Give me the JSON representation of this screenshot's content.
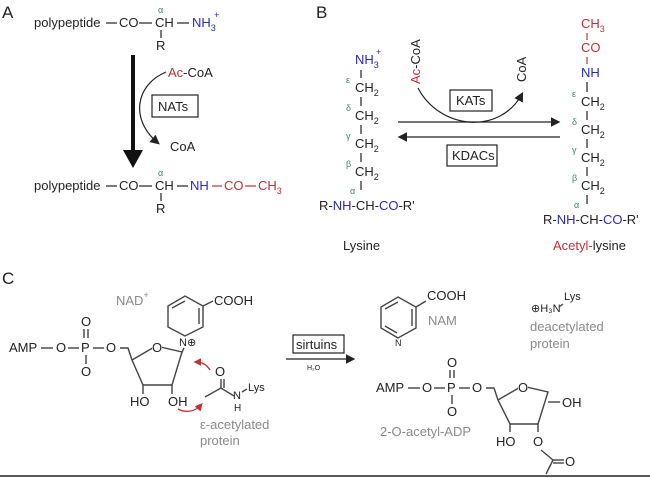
{
  "panels": {
    "a": {
      "label": "A",
      "top": {
        "polypeptide": "polypeptide",
        "co": "CO",
        "ch": "CH",
        "nh3": "NH",
        "sub3": "3",
        "plus": "+",
        "alpha": "α",
        "r": "R"
      },
      "reagent_in": {
        "ac": "Ac",
        "coa": "-CoA"
      },
      "enzyme": "NATs",
      "reagent_out": "CoA",
      "bottom": {
        "polypeptide": "polypeptide",
        "co": "CO",
        "ch": "CH",
        "nh": "NH",
        "co2": "CO",
        "ch3": "CH",
        "sub3": "3",
        "alpha": "α",
        "r": "R"
      }
    },
    "b": {
      "label": "B",
      "lysine": {
        "nh3": "NH",
        "sub3": "3",
        "plus": "+",
        "chain": [
          {
            "greek": "ε",
            "group": "CH",
            "sub": "2"
          },
          {
            "greek": "δ",
            "group": "CH",
            "sub": "2"
          },
          {
            "greek": "γ",
            "group": "CH",
            "sub": "2"
          },
          {
            "greek": "β",
            "group": "CH",
            "sub": "2"
          }
        ],
        "backbone": {
          "r": "R-",
          "nh": "NH",
          "ch": "-CH-",
          "co": "CO",
          "r2": "-R'",
          "alpha": "α"
        },
        "name": "Lysine"
      },
      "acetyl_lysine": {
        "ch3": "CH",
        "sub3": "3",
        "co": "CO",
        "nh": "NH",
        "chain": [
          {
            "greek": "ε",
            "group": "CH",
            "sub": "2"
          },
          {
            "greek": "δ",
            "group": "CH",
            "sub": "2"
          },
          {
            "greek": "γ",
            "group": "CH",
            "sub": "2"
          },
          {
            "greek": "β",
            "group": "CH",
            "sub": "2"
          }
        ],
        "backbone": {
          "r": "R-",
          "nh": "NH",
          "ch": "-CH-",
          "co": "CO",
          "r2": "-R'",
          "alpha": "α"
        },
        "name_acetyl": "Acetyl-",
        "name_rest": "lysine"
      },
      "reagent_in": {
        "ac": "Ac",
        "coa": "-CoA"
      },
      "reagent_out": "CoA",
      "forward_enzyme": "KATs",
      "reverse_enzyme": "KDACs"
    },
    "c": {
      "label": "C",
      "nad_label": "NAD",
      "nad_plus": "+",
      "amp": "AMP",
      "o": "O",
      "p": "P",
      "cooh": "COOH",
      "n_plus": "N⊕",
      "ho": "HO",
      "oh": "OH",
      "lys": "Lys",
      "nh_n": "N",
      "nh_h": "H",
      "substrate_label_1": "ε-acetylated",
      "substrate_label_2": "protein",
      "enzyme": "sirtuins",
      "cofactor": "H₂O",
      "nam_cooh": "COOH",
      "nam_n": "N",
      "nam_label": "NAM",
      "deacetylated_amine": "⊕H₃N",
      "deacetylated_lys": "Lys",
      "deacetylated_label_1": "deacetylated",
      "deacetylated_label_2": "protein",
      "product_label": "2-O-acetyl-ADP"
    }
  },
  "colors": {
    "blue": "#2a2ab8",
    "red": "#c0303a",
    "green": "#3f8a5a",
    "gray": "#8a8a8a",
    "arrow_red": "#c0303a"
  }
}
